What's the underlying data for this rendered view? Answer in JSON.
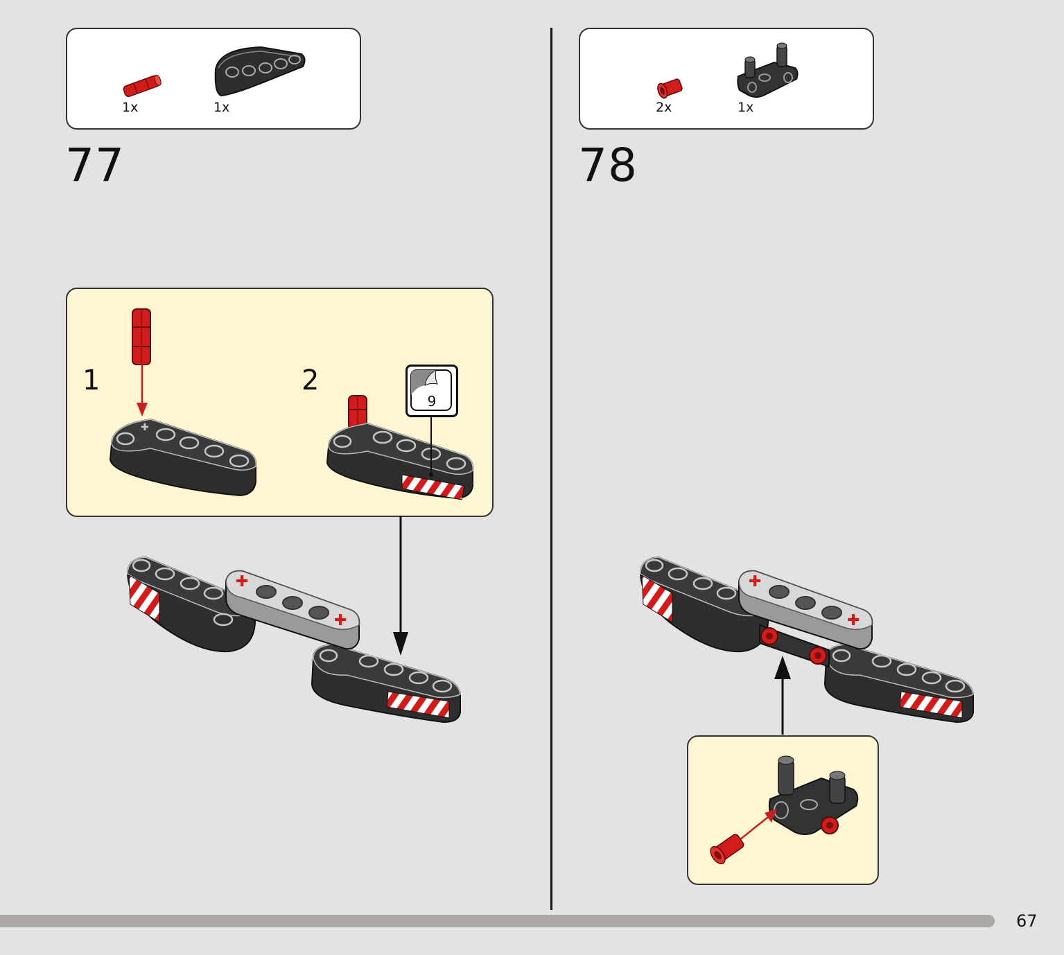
{
  "steps": [
    {
      "number": "77",
      "parts": [
        {
          "quantity": "1x",
          "icon": "red-axle-pin-icon",
          "color": "#d21c1c"
        },
        {
          "quantity": "1x",
          "icon": "dark-bent-liftarm-icon",
          "color": "#2e2e2e"
        }
      ],
      "substeps": [
        {
          "number": "1"
        },
        {
          "number": "2",
          "sticker": "9"
        }
      ]
    },
    {
      "number": "78",
      "parts": [
        {
          "quantity": "2x",
          "icon": "red-short-pin-icon",
          "color": "#d21c1c"
        },
        {
          "quantity": "1x",
          "icon": "dark-connector-block-icon",
          "color": "#2e2e2e"
        }
      ]
    }
  ],
  "page": {
    "number": "67",
    "progress": 0.935
  },
  "colors": {
    "background": "#e3e3e3",
    "callout": "#fef6d2",
    "red": "#d21c1c",
    "dark_gray": "#2e2e2e",
    "light_gray": "#c9c9c9"
  }
}
